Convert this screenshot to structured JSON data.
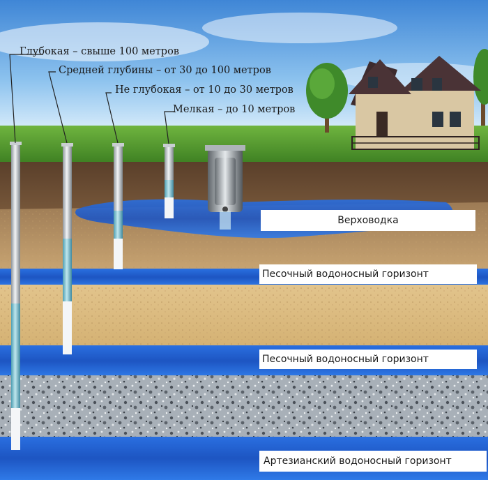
{
  "wells": {
    "deep": "Глубокая – свыше 100 метров",
    "medium": "Средней глубины – от 30 до 100 метров",
    "shallow": "Не глубокая – от 10 до 30 метров",
    "small": "Мелкая – до 10 метров"
  },
  "layers": {
    "perched": "Верховодка",
    "sand_aquifer_1": "Песочный водоносный горизонт",
    "sand_aquifer_2": "Песочный водоносный горизонт",
    "artesian": "Артезианский водоносный горизонт"
  },
  "colors": {
    "sky_top": "#3f8fd8",
    "grass": "#4f9a2e",
    "soil": "#5b4430",
    "sand": "#d9b97e",
    "water": "#1f5fd0",
    "granite": "#9aa3ad"
  }
}
